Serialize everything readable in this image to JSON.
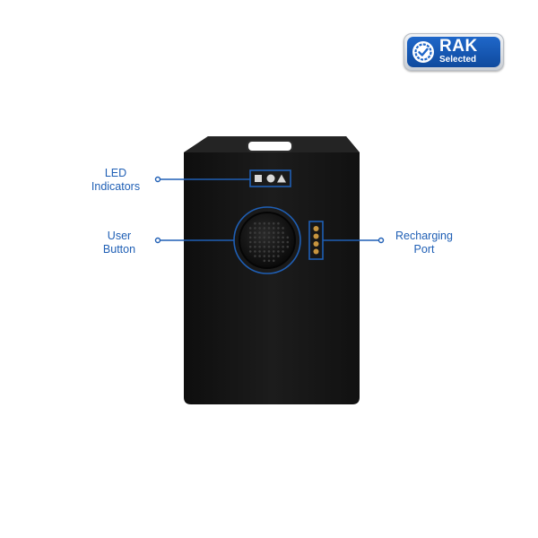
{
  "badge": {
    "title": "RAK",
    "subtitle": "Selected",
    "icon": "check-badge-icon"
  },
  "callouts": {
    "led": {
      "line1": "LED",
      "line2": "Indicators"
    },
    "user_button": {
      "line1": "User",
      "line2": "Button"
    },
    "recharging_port": {
      "line1": "Recharging",
      "line2": "Port"
    }
  },
  "colors": {
    "accent": "#1f5fb5",
    "device_body": "#161616",
    "charging_pin": "#c8953e"
  },
  "icons": [
    "check-badge-icon",
    "led-square-icon",
    "led-circle-icon",
    "led-triangle-icon"
  ]
}
